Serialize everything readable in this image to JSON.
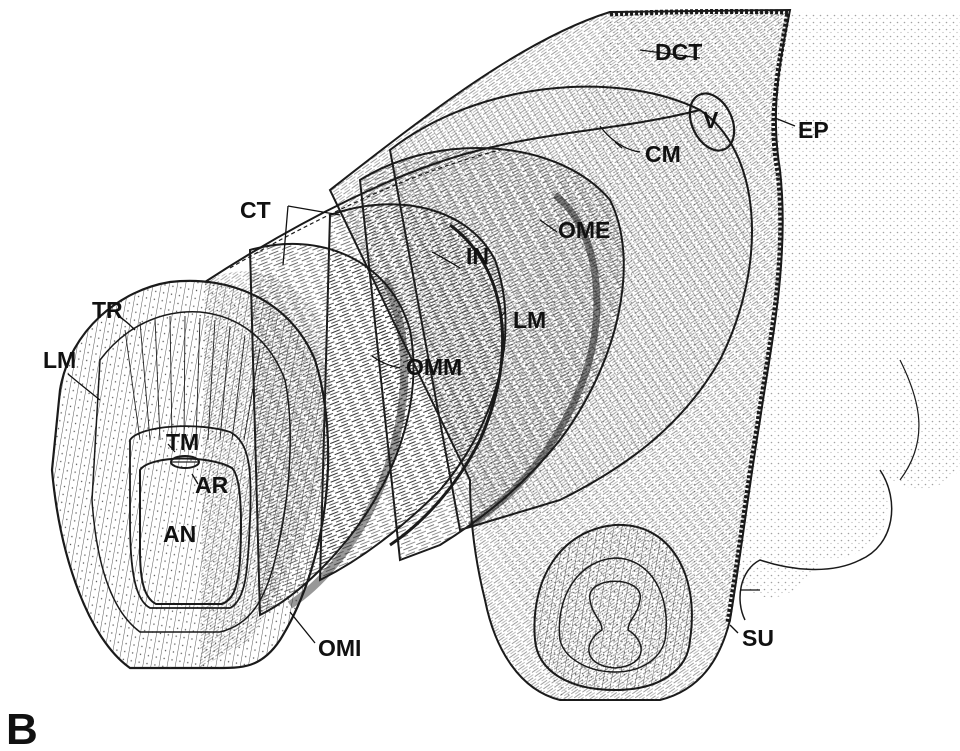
{
  "figure": {
    "panel_letter": "B",
    "labels": {
      "dct": "DCT",
      "v": "V",
      "ep": "EP",
      "cm": "CM",
      "ct": "CT",
      "ome": "OME",
      "in": "IN",
      "lm_inner": "LM",
      "tr": "TR",
      "lm_outer": "LM",
      "omm": "OMM",
      "tm": "TM",
      "ar": "AR",
      "an": "AN",
      "omi": "OMI",
      "su": "SU"
    },
    "colors": {
      "ink": "#1a1a1a",
      "paper": "#ffffff",
      "stipple": "#555555"
    }
  }
}
